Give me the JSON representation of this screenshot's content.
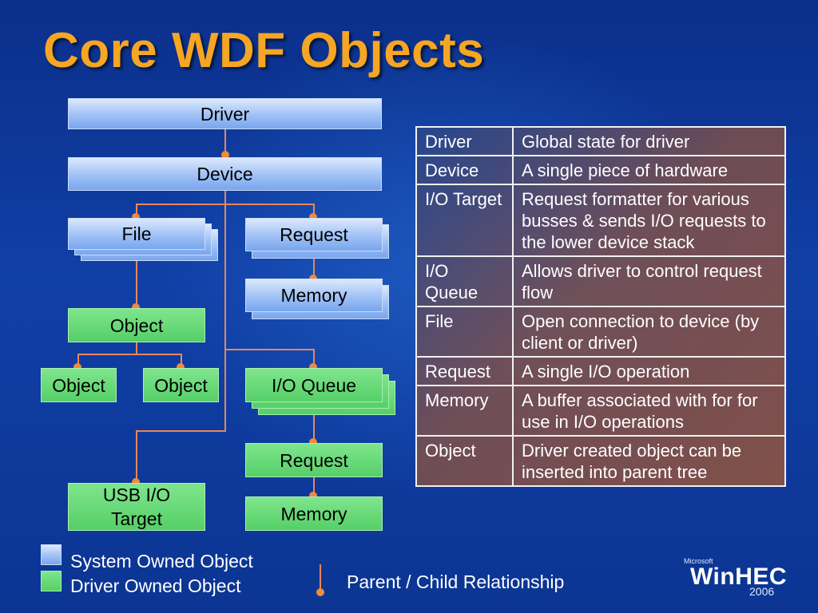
{
  "title": "Core WDF Objects",
  "diagram": {
    "driver": "Driver",
    "device": "Device",
    "file": "File",
    "request_sys": "Request",
    "memory_sys": "Memory",
    "object_parent": "Object",
    "object_child_1": "Object",
    "object_child_2": "Object",
    "io_queue": "I/O Queue",
    "request_drv": "Request",
    "memory_drv": "Memory",
    "usb_io_target": "USB I/O Target"
  },
  "table": {
    "rows": [
      {
        "term": "Driver",
        "description": "Global state for driver"
      },
      {
        "term": "Device",
        "description": "A single piece of hardware"
      },
      {
        "term": "I/O Target",
        "description": "Request formatter for various busses & sends I/O requests to the lower device stack"
      },
      {
        "term": "I/O Queue",
        "description": "Allows driver to control request flow"
      },
      {
        "term": "File",
        "description": "Open connection to device (by client or driver)"
      },
      {
        "term": "Request",
        "description": "A single I/O operation"
      },
      {
        "term": "Memory",
        "description": "A buffer associated with for for use in I/O operations"
      },
      {
        "term": "Object",
        "description": "Driver created object can be inserted into parent tree"
      }
    ]
  },
  "legend": {
    "system_owned": "System Owned Object",
    "driver_owned": "Driver Owned Object",
    "relationship": "Parent / Child Relationship"
  },
  "logo": {
    "small": "Microsoft",
    "main": "WinHEC",
    "year": "2006"
  },
  "colors": {
    "title": "#f6a623",
    "system_box": "#9fc1f5",
    "driver_box": "#56cf68",
    "connector": "#e8875a"
  }
}
